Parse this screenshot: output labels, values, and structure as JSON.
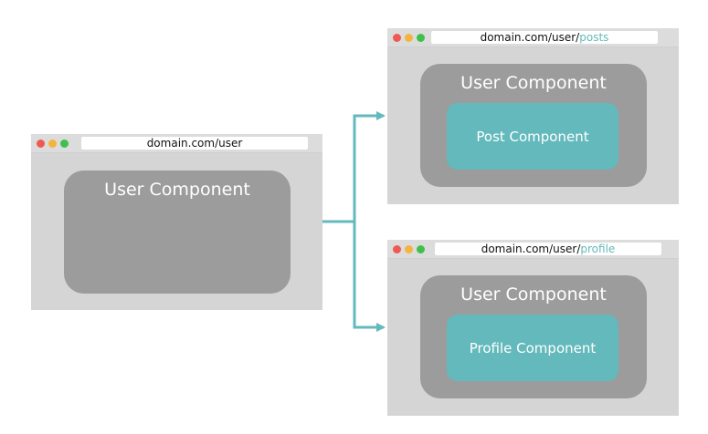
{
  "colors": {
    "teal": "#63b9bb",
    "frame": "#d5d5d5",
    "component": "#9c9c9c",
    "dot_red": "#ee5a52",
    "dot_yellow": "#f4b43e",
    "dot_green": "#3fc04d"
  },
  "left_browser": {
    "url": "domain.com/user",
    "component_title": "User Component"
  },
  "top_browser": {
    "url_base": "domain.com/user/",
    "url_segment": "posts",
    "component_title": "User Component",
    "child_label": "Post Component"
  },
  "bottom_browser": {
    "url_base": "domain.com/user/",
    "url_segment": "profile",
    "component_title": "User Component",
    "child_label": "Profile Component"
  }
}
